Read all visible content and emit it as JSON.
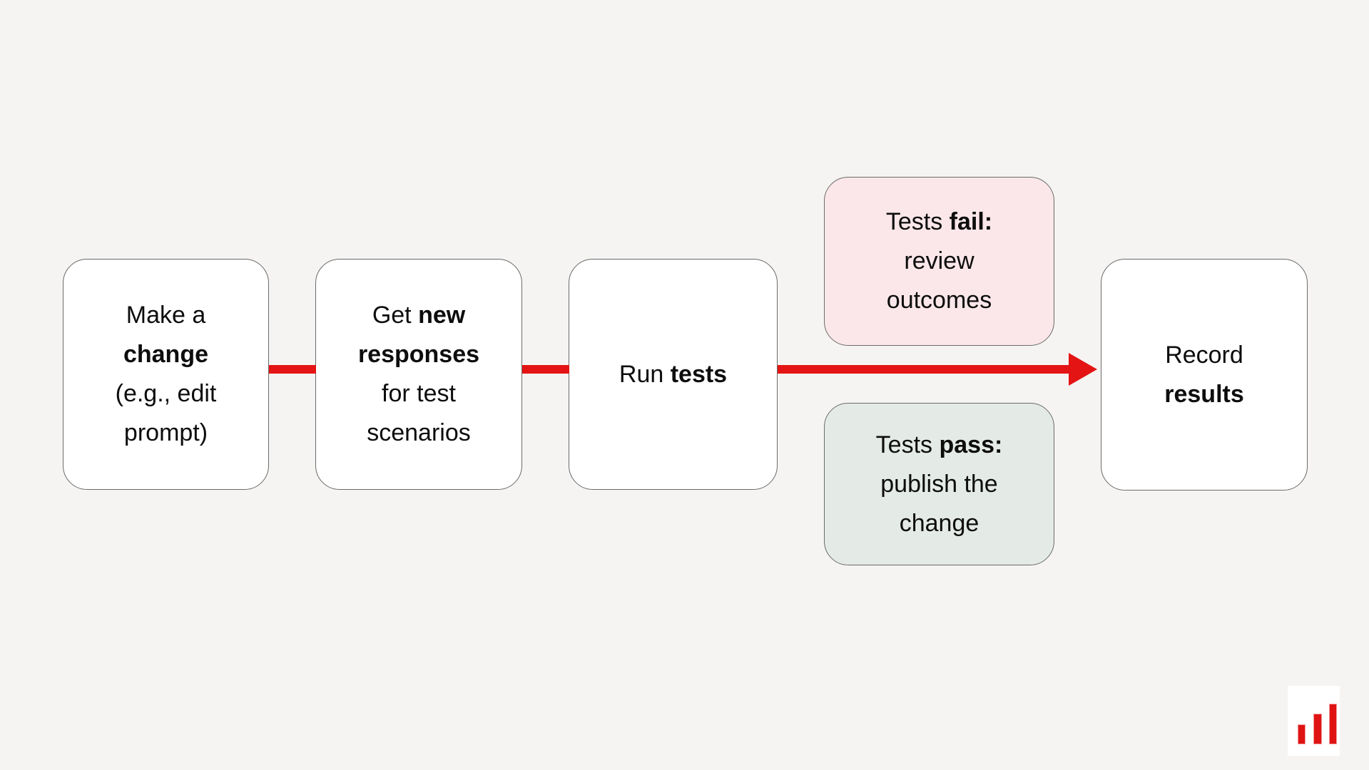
{
  "diagram": {
    "kind": "flowchart",
    "nodes": [
      {
        "id": "make-change",
        "role": "step",
        "lines": [
          [
            {
              "t": "Make a",
              "b": false
            }
          ],
          [
            {
              "t": "change",
              "b": true
            }
          ],
          [
            {
              "t": "(e.g., edit",
              "b": false
            }
          ],
          [
            {
              "t": "prompt)",
              "b": false
            }
          ]
        ]
      },
      {
        "id": "get-new-responses",
        "role": "step",
        "lines": [
          [
            {
              "t": "Get ",
              "b": false
            },
            {
              "t": "new",
              "b": true
            }
          ],
          [
            {
              "t": "responses",
              "b": true
            }
          ],
          [
            {
              "t": "for test",
              "b": false
            }
          ],
          [
            {
              "t": "scenarios",
              "b": false
            }
          ]
        ]
      },
      {
        "id": "run-tests",
        "role": "step",
        "lines": [
          [
            {
              "t": "Run ",
              "b": false
            },
            {
              "t": "tests",
              "b": true
            }
          ]
        ]
      },
      {
        "id": "tests-fail",
        "role": "outcome-fail",
        "lines": [
          [
            {
              "t": "Tests ",
              "b": false
            },
            {
              "t": "fail:",
              "b": true
            }
          ],
          [
            {
              "t": "review",
              "b": false
            }
          ],
          [
            {
              "t": "outcomes",
              "b": false
            }
          ]
        ]
      },
      {
        "id": "tests-pass",
        "role": "outcome-pass",
        "lines": [
          [
            {
              "t": "Tests ",
              "b": false
            },
            {
              "t": "pass:",
              "b": true
            }
          ],
          [
            {
              "t": "publish the",
              "b": false
            }
          ],
          [
            {
              "t": "change",
              "b": false
            }
          ]
        ]
      },
      {
        "id": "record-results",
        "role": "step",
        "lines": [
          [
            {
              "t": "Record",
              "b": false
            }
          ],
          [
            {
              "t": "results",
              "b": true
            }
          ]
        ]
      }
    ],
    "colors": {
      "background": "#f5f4f2",
      "node_background": "#ffffff",
      "node_border": "#6b6b6b",
      "fail_background": "#fbe7ea",
      "pass_background": "#e4ebe6",
      "arrow": "#e41414",
      "text": "#0d0d0d",
      "logo_bar": "#e01313"
    },
    "logo": {
      "icon": "bar-chart-icon",
      "bar_count": 3
    }
  }
}
